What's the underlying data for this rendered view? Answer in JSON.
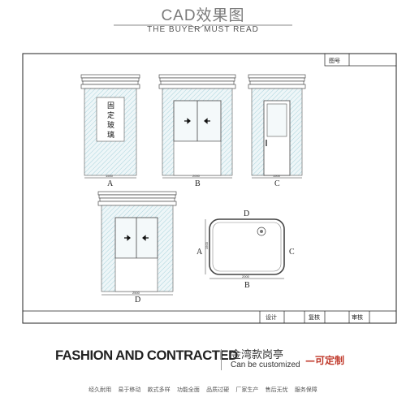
{
  "header": {
    "title": "CAD效果图",
    "subtitle": "THE BUYER MUST READ"
  },
  "drawing": {
    "title_block_label": "图号",
    "views": [
      {
        "label": "A",
        "dimension": "1500",
        "glass_text": [
          "固",
          "定",
          "玻",
          "璃"
        ]
      },
      {
        "label": "B",
        "dimension": "2000"
      },
      {
        "label": "C",
        "dimension": "1500"
      },
      {
        "label": "D",
        "dimension": "2500"
      }
    ],
    "plan": {
      "top": "D",
      "left": "A",
      "right": "C",
      "bottom": "B",
      "dim_bottom": "2000",
      "dim_left": "1500"
    },
    "footer_fields": [
      "设计",
      "复核",
      "审核"
    ]
  },
  "brand": {
    "slogan_en": "FASHION AND CONTRACTED",
    "name_cn": "金湾款岗亭",
    "tagline": "Can be customized",
    "custom_text": "—可定制"
  },
  "features": [
    "经久耐用",
    "易于移动",
    "款式多样",
    "功能全面",
    "品质过硬",
    "厂家生产",
    "售后无忧",
    "服务保障"
  ]
}
